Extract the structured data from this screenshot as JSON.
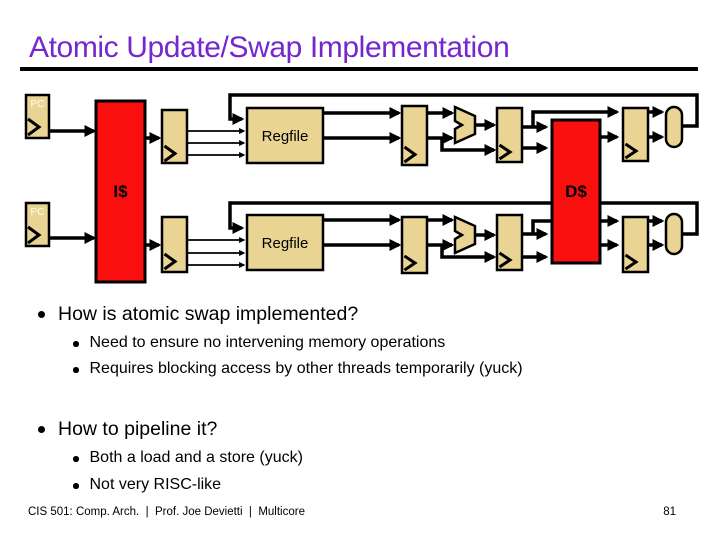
{
  "title": "Atomic Update/Swap Implementation",
  "colors": {
    "title_purple": "#7527CE",
    "box_tan": "#E9D493",
    "cache_red": "#FA0F0F",
    "wire_black": "#000000",
    "pc_label_light": "#FFFFEE"
  },
  "icons": {
    "clock_chevron": ">"
  },
  "diagram": {
    "pc_top_label": "PC",
    "pc_bottom_label": "PC",
    "icache_label": "I$",
    "dcache_label": "D$",
    "regfile_top_label": "Regfile",
    "regfile_bottom_label": "Regfile"
  },
  "bullets": [
    {
      "text": "How is atomic swap implemented?",
      "sub": [
        "Need to ensure no intervening memory operations",
        "Requires blocking access by other threads temporarily (yuck)"
      ]
    },
    {
      "text": "How to pipeline it?",
      "sub": [
        "Both a load and a store (yuck)",
        "Not very RISC-like"
      ]
    }
  ],
  "footer": {
    "left": "CIS 501: Comp. Arch.  |  Prof. Joe Devietti  |  Multicore",
    "page": "81"
  }
}
